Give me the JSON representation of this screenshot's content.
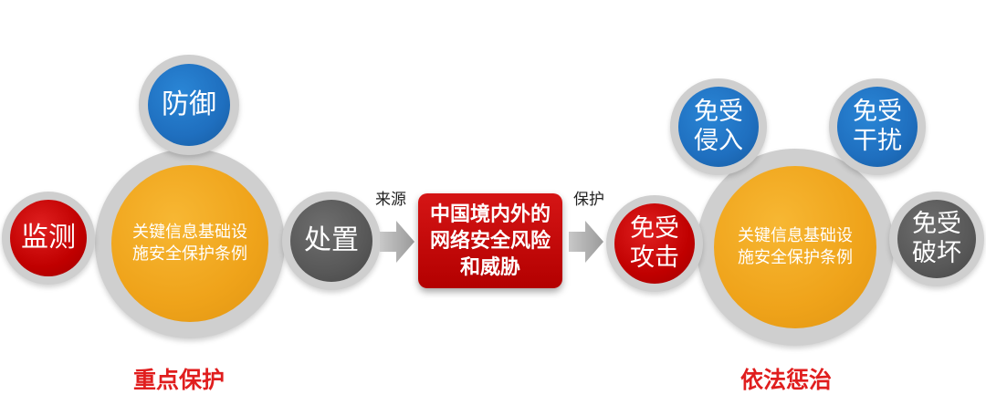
{
  "left": {
    "law": "关键信息基础设施安全保护条例",
    "defend": "防御",
    "monitor": "监测",
    "handle": "处置",
    "caption": "重点保护"
  },
  "middle": {
    "source_label": "来源",
    "center_text": "中国境内外的网络安全风险和威胁",
    "protect_label": "保护"
  },
  "right": {
    "law": "关键信息基础设施安全保护条例",
    "attack": "免受攻击",
    "intrusion": "免受侵入",
    "interference": "免受干扰",
    "damage": "免受破坏",
    "caption": "依法惩治"
  },
  "colors": {
    "red": "#c00000",
    "blue": "#1f6fbf",
    "gray": "#585858",
    "gold": "#efa31a",
    "caption": "#e01e1e"
  }
}
